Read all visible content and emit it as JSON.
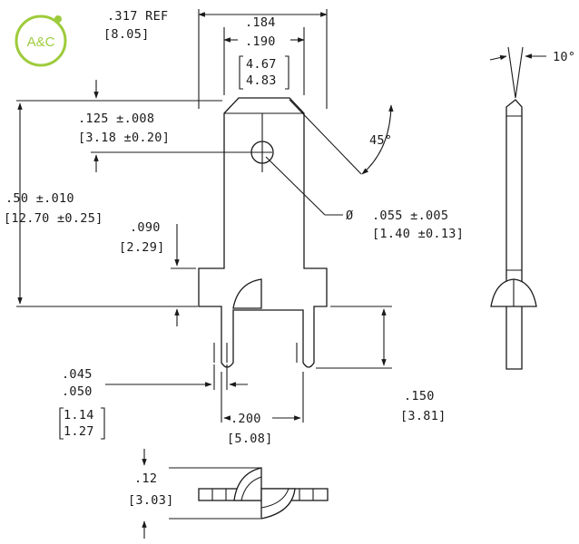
{
  "logo": {
    "text": "A&C",
    "color": "#9ecb3c"
  },
  "dimensions": {
    "ref_in": ".317  REF",
    "ref_mm": "[8.05]",
    "w1_in": ".184",
    "w2_in": ".190",
    "w1_mm": "4.67",
    "w2_mm": "4.83",
    "angle_10": "10°",
    "hole_pos_in": ".125 ±.008",
    "hole_pos_mm": "[3.18 ±0.20]",
    "angle_45": "45°",
    "len_in": ".50 ±.010",
    "len_mm": "[12.70 ±0.25]",
    "hole_dia_sym": "Ø",
    "hole_dia_in": ".055 ±.005",
    "hole_dia_mm": "[1.40 ±0.13]",
    "tab_in": ".090",
    "tab_mm": "[2.29]",
    "leg_w1_in": ".045",
    "leg_w2_in": ".050",
    "leg_w1_mm": "1.14",
    "leg_w2_mm": "1.27",
    "leg_len_in": ".150",
    "leg_len_mm": "[3.81]",
    "pitch_in": ".200",
    "pitch_mm": "[5.08]",
    "height_in": ".12",
    "height_mm": "[3.03]"
  }
}
